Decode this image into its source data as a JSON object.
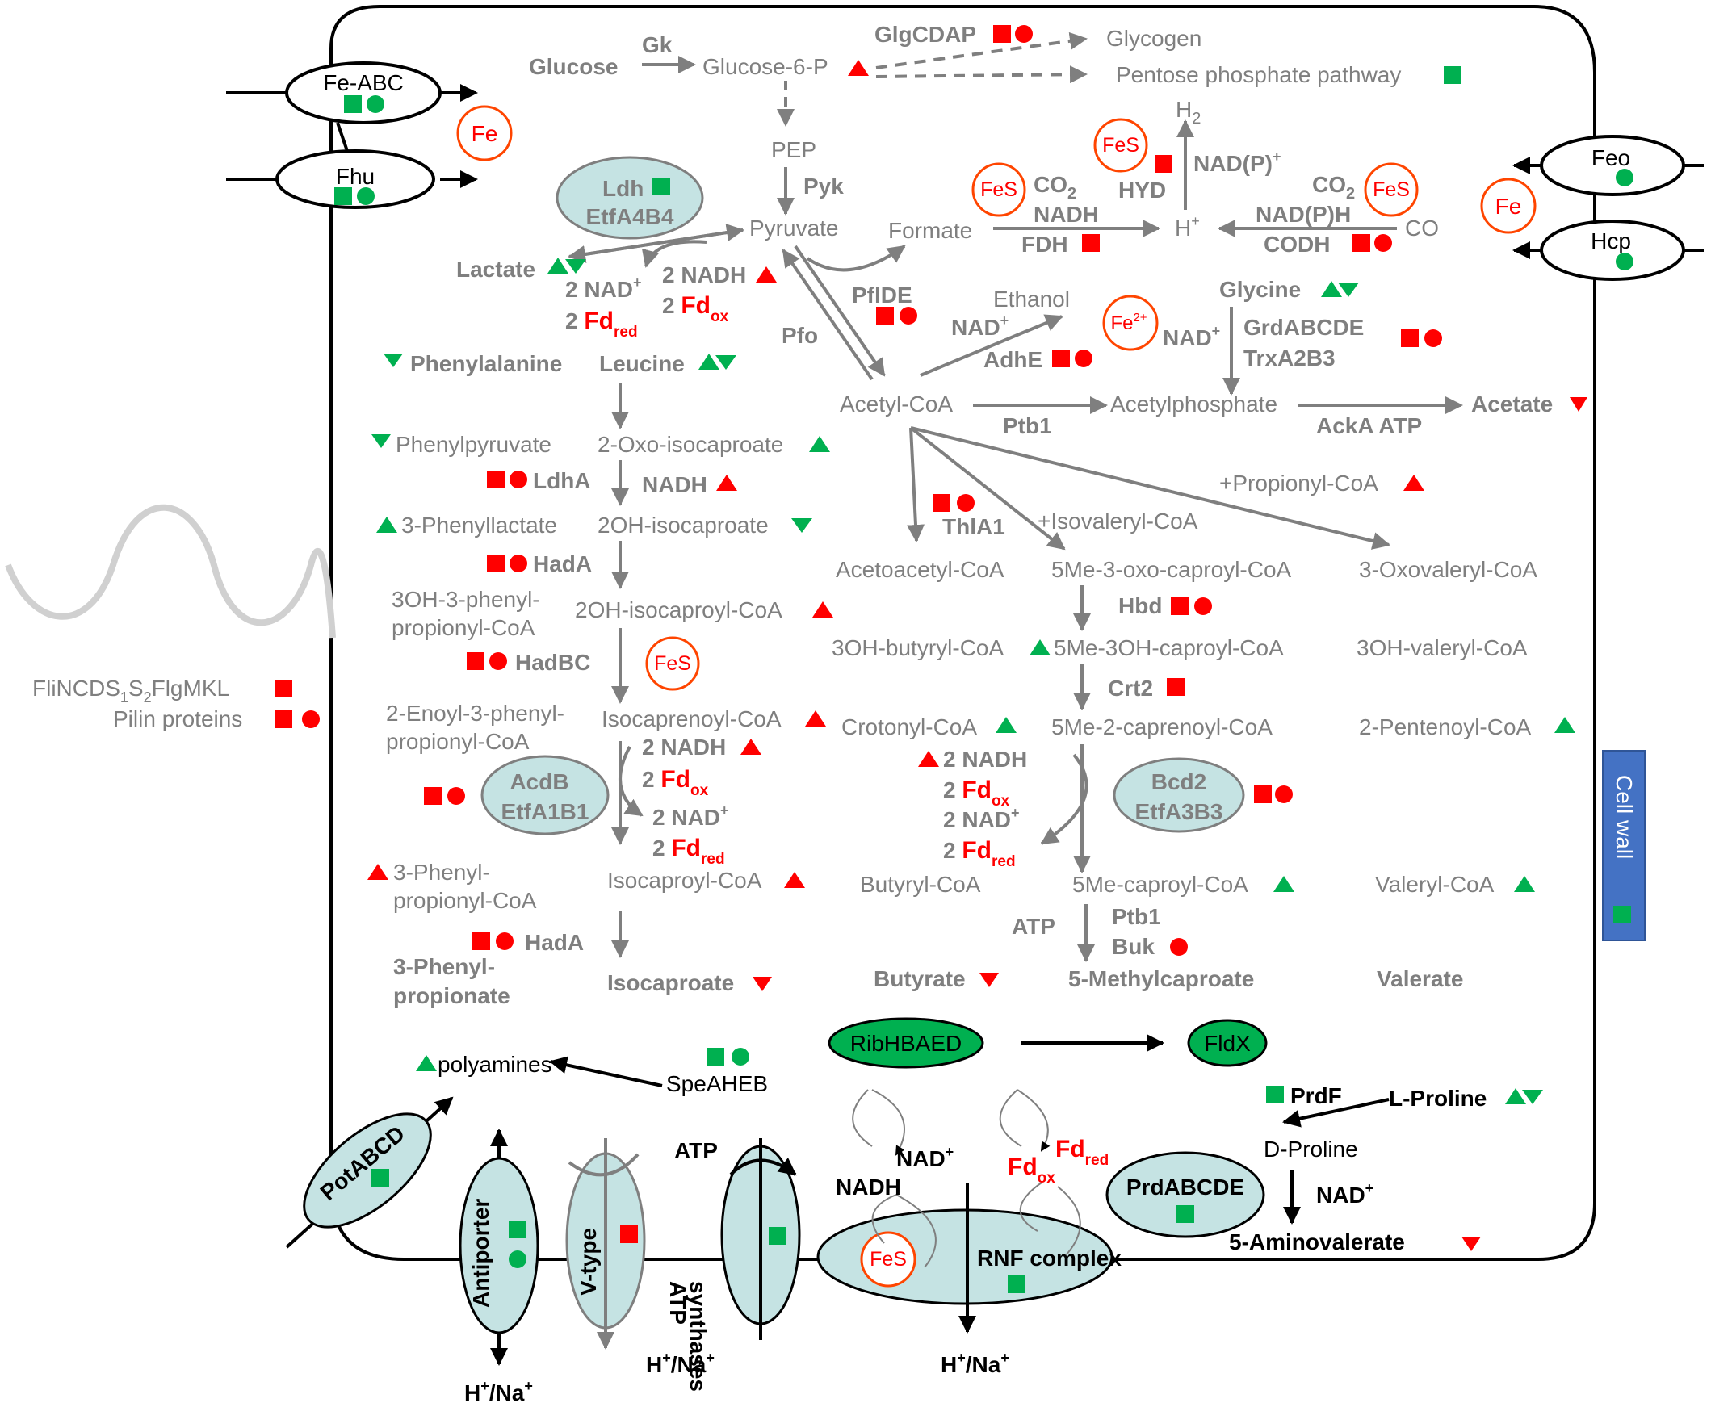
{
  "colors": {
    "green": "#00b050",
    "red": "#ff0000",
    "gray": "#7f7f7f",
    "teal_fill": "#c5e3e3",
    "dark_green": "#00b050",
    "cell_wall": "#4472c4",
    "fe_circle": "#ff4500"
  },
  "transporters": {
    "fe_abc": "Fe-ABC",
    "fhu": "Fhu",
    "feo": "Feo",
    "hcp": "Hcp"
  },
  "cofactors": {
    "fe": "Fe",
    "fes": "FeS",
    "fe2": "Fe",
    "fe2_sup": "2+"
  },
  "glycolysis": {
    "glucose": "Glucose",
    "gk": "Gk",
    "g6p": "Glucose-6-P",
    "glg": "GlgCDAP",
    "glycogen": "Glycogen",
    "ppp": "Pentose phosphate pathway",
    "pep": "PEP",
    "pyk": "Pyk",
    "pyruvate": "Pyruvate",
    "formate": "Formate",
    "pflde": "PflDE",
    "pfo": "Pfo",
    "lactate": "Lactate",
    "ldh_1": "Ldh",
    "ldh_2": "EtfA4B4"
  },
  "redox_left": {
    "nadh": "2 NADH",
    "fdox_pre": "2 ",
    "fd": "Fd",
    "ox": "ox",
    "nad_pre": "2 NAD",
    "plus": "+",
    "fdred_pre": "2 ",
    "red": "red"
  },
  "hydrogen": {
    "h2": "H",
    "h2_sub": "2",
    "nadp": "NAD(P)",
    "hyd": "HYD",
    "co2": "CO",
    "co2_sub": "2",
    "nadh": "NADH",
    "fdh": "FDH",
    "hplus": "H",
    "co2_right": "CO",
    "nadph": "NAD(P)H",
    "codh": "CODH",
    "co": "CO"
  },
  "ethanol": {
    "ethanol": "Ethanol",
    "nad": "NAD",
    "adhe": "AdhE"
  },
  "glycine": {
    "glycine": "Glycine",
    "nad": "NAD",
    "grd": "GrdABCDE",
    "trx": "TrxA2B3",
    "acetylphosphate": "Acetylphosphate",
    "acetate": "Acetate",
    "acka": "AckA ATP",
    "ptb1": "Ptb1",
    "acetylcoa": "Acetyl-CoA"
  },
  "phenyl": {
    "phenylalanine": "Phenylalanine",
    "phenylpyruvate": "Phenylpyruvate",
    "ldha": "LdhA",
    "phenyllactate": "3-Phenyllactate",
    "hada": "HadA",
    "ohphenyl_1": "3OH-3-phenyl-",
    "ohphenyl_2": "propionyl-CoA",
    "hadbc": "HadBC",
    "enoyl_1": "2-Enoyl-3-phenyl-",
    "enoyl_2": "propionyl-CoA",
    "acdb_1": "AcdB",
    "acdb_2": "EtfA1B1",
    "phprop_1": "3-Phenyl-",
    "phprop_2": "propionyl-CoA",
    "hada2": "HadA",
    "phpropionate_1": "3-Phenyl-",
    "phpropionate_2": "propionate"
  },
  "leucine": {
    "leucine": "Leucine",
    "oxoiso": "2-Oxo-isocaproate",
    "nadh": "NADH",
    "ohiso": "2OH-isocaproate",
    "ohisocoa": "2OH-isocaproyl-CoA",
    "isocaprenoyl": "Isocaprenoyl-CoA",
    "nadh2": "2 NADH",
    "isocaproyl": "Isocaproyl-CoA",
    "isocaproate": "Isocaproate"
  },
  "butyrate": {
    "thla1": "ThlA1",
    "acetoacetyl": "Acetoacetyl-CoA",
    "ohbutyryl": "3OH-butyryl-CoA",
    "crotonyl": "Crotonyl-CoA",
    "nadh": "2 NADH",
    "butyryl": "Butyryl-CoA",
    "butyrate": "Butyrate",
    "atp": "ATP"
  },
  "methylcaproate": {
    "isovaleryl": "+Isovaleryl-CoA",
    "oxo": "5Me-3-oxo-caproyl-CoA",
    "hbd": "Hbd",
    "oh": "5Me-3OH-caproyl-CoA",
    "crt2": "Crt2",
    "caprenoyl": "5Me-2-caprenoyl-CoA",
    "bcd_1": "Bcd2",
    "bcd_2": "EtfA3B3",
    "caproyl": "5Me-caproyl-CoA",
    "ptb1": "Ptb1",
    "buk": "Buk",
    "product": "5-Methylcaproate"
  },
  "valerate": {
    "propionyl": "+Propionyl-CoA",
    "oxovaleryl": "3-Oxovaleryl-CoA",
    "ohvaleryl": "3OH-valeryl-CoA",
    "pentenoyl": "2-Pentenoyl-CoA",
    "valeryl": "Valeryl-CoA",
    "valerate": "Valerate"
  },
  "motility": {
    "flagella_main": "FliNCDS",
    "flagella_s1": "1",
    "flagella_s": "S",
    "flagella_s2": "2",
    "flagella_tail": "FlgMKL",
    "pilin": "Pilin proteins"
  },
  "cell_wall": "Cell wall",
  "riboflavin": {
    "rib": "RibHBAED",
    "fldx": "FldX"
  },
  "polyamines": {
    "polyamines": "polyamines",
    "spe": "SpeAHEB",
    "pot": "PotABCD"
  },
  "membrane": {
    "antiporter": "Antiporter",
    "vtype": "V-type",
    "atp_label": "ATP",
    "synth_1": "ATP",
    "synth_2": "synthases",
    "hna1": "H",
    "hna2": "H",
    "hna3": "H",
    "na": "/Na",
    "rnf": "RNF complex",
    "nad": "NAD",
    "nadh": "NADH",
    "fd": "Fd",
    "ox": "ox",
    "red": "red"
  },
  "proline": {
    "prdf": "PrdF",
    "lproline": "L-Proline",
    "dproline": "D-Proline",
    "nad": "NAD",
    "prd": "PrdABCDE",
    "aminovalerate": "5-Aminovalerate"
  }
}
